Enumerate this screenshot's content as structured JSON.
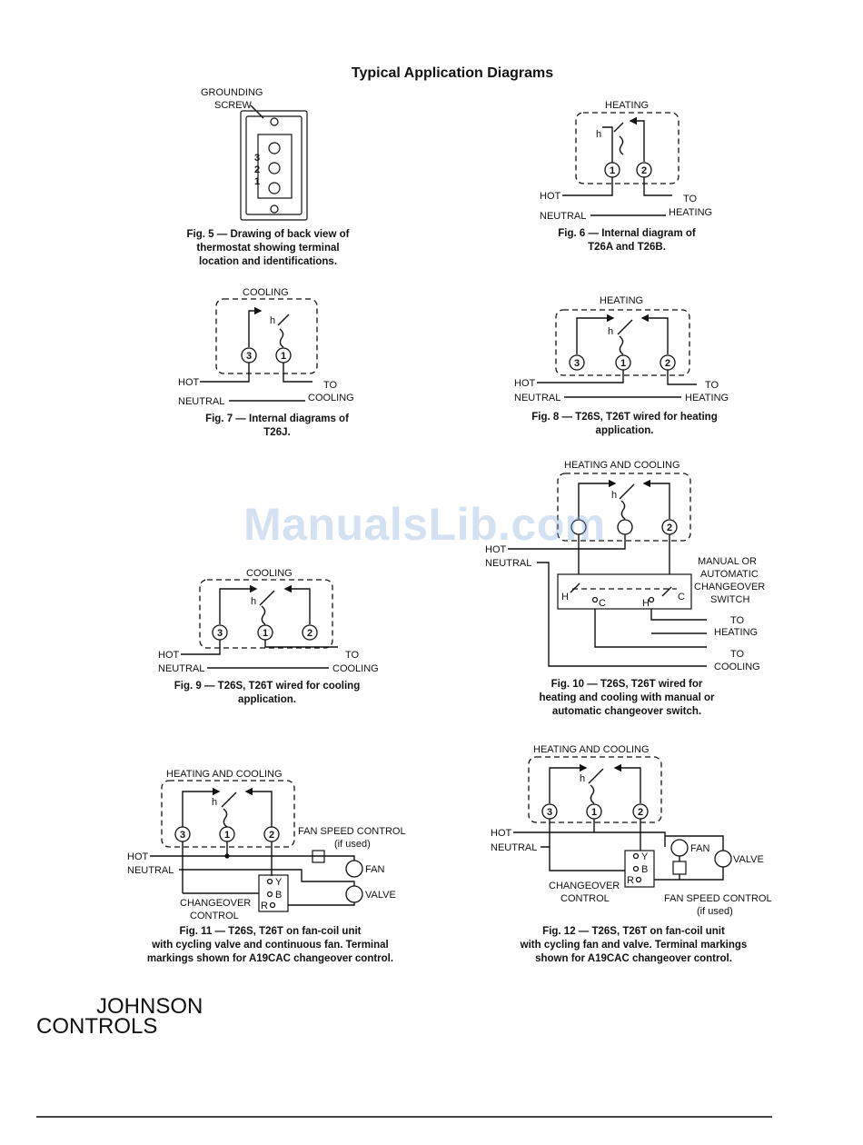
{
  "page_title": "Typical Application Diagrams",
  "watermark": "ManualsLib.com",
  "logo": {
    "line1": "JOHNSON",
    "line2": "CONTROLS"
  },
  "labels": {
    "grounding": "GROUNDING",
    "screw": "SCREW",
    "heating": "HEATING",
    "cooling": "COOLING",
    "heating_and_cooling": "HEATING AND COOLING",
    "hot": "HOT",
    "neutral": "NEUTRAL",
    "to": "TO",
    "h": "h",
    "manual_or": "MANUAL OR",
    "automatic": "AUTOMATIC",
    "changeover": "CHANGEOVER",
    "switch": "SWITCH",
    "fan_speed_control": "FAN SPEED CONTROL",
    "if_used": "(if used)",
    "fan": "FAN",
    "valve": "VALVE",
    "control": "CONTROL",
    "sw_h": "H",
    "sw_c": "C",
    "term_y": "Y",
    "term_b": "B",
    "term_r": "R"
  },
  "terminals": {
    "t1": "1",
    "t2": "2",
    "t3": "3"
  },
  "captions": {
    "fig5": [
      "Fig. 5 — Drawing of back view of",
      "thermostat showing terminal",
      "location and identifications."
    ],
    "fig6": [
      "Fig. 6 — Internal diagram of",
      "T26A and T26B."
    ],
    "fig7": [
      "Fig. 7 — Internal diagrams of",
      "T26J."
    ],
    "fig8": [
      "Fig. 8 — T26S, T26T wired for heating",
      "application."
    ],
    "fig9": [
      "Fig. 9 — T26S, T26T wired for cooling",
      "application."
    ],
    "fig10": [
      "Fig. 10 — T26S, T26T wired for",
      "heating and cooling with manual or",
      "automatic changeover switch."
    ],
    "fig11": [
      "Fig. 11 — T26S, T26T on fan-coil unit",
      "with cycling valve and continuous fan. Terminal",
      "markings shown for A19CAC changeover control."
    ],
    "fig12": [
      "Fig. 12 — T26S, T26T on fan-coil unit",
      "with cycling fan and valve. Terminal markings",
      "shown for A19CAC changeover control."
    ]
  }
}
